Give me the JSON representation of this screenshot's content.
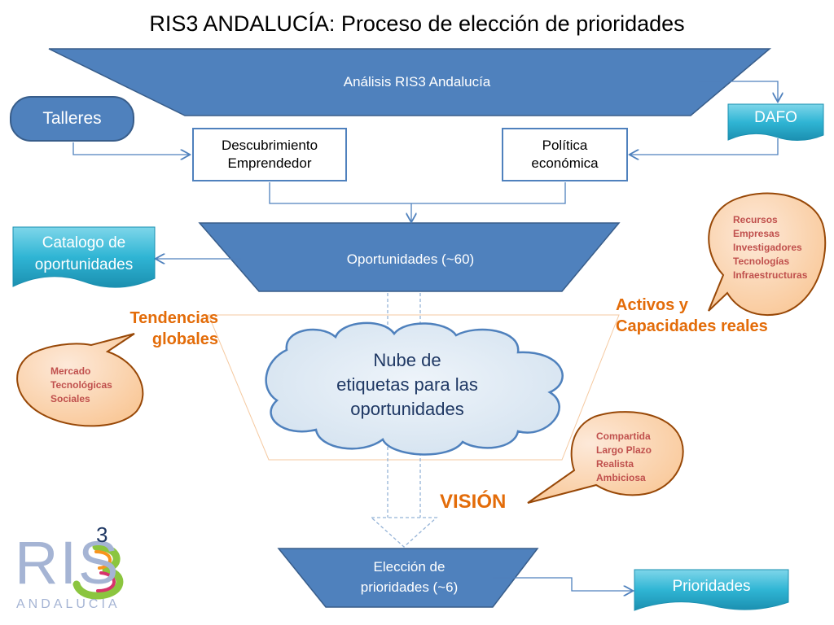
{
  "title": "RIS3 ANDALUCÍA: Proceso de elección de prioridades",
  "top_funnel": "Análisis RIS3 Andalucía",
  "talleres": "Talleres",
  "dafo": "DAFO",
  "descubrimiento": [
    "Descubrimiento",
    "Emprendedor"
  ],
  "politica": [
    "Política",
    "económica"
  ],
  "oportunidades": "Oportunidades (~60)",
  "catalogo": [
    "Catalogo de",
    "oportunidades"
  ],
  "tendencias": [
    "Tendencias",
    "globales"
  ],
  "tendencias_items": [
    "Mercado",
    "Tecnológicas",
    "Sociales"
  ],
  "activos": [
    "Activos y",
    "Capacidades reales"
  ],
  "activos_items": [
    "Recursos",
    "Empresas",
    "Investigadores",
    "Tecnologías",
    "Infraestructuras"
  ],
  "nube": [
    "Nube de",
    "etiquetas para las",
    "oportunidades"
  ],
  "vision": "VISIÓN",
  "vision_items": [
    "Compartida",
    "Largo Plazo",
    "Realista",
    "Ambiciosa"
  ],
  "eleccion": [
    "Elección de",
    "prioridades (~6)"
  ],
  "prioridades": "Prioridades",
  "logo": {
    "letters": "RIS",
    "superscript": "3",
    "subtitle": "ANDALUCIA"
  },
  "colors": {
    "blue": "#4f81bd",
    "orange": "#e36c09",
    "cyan": "#31b6d3",
    "bubble": "#fbd5b5"
  }
}
